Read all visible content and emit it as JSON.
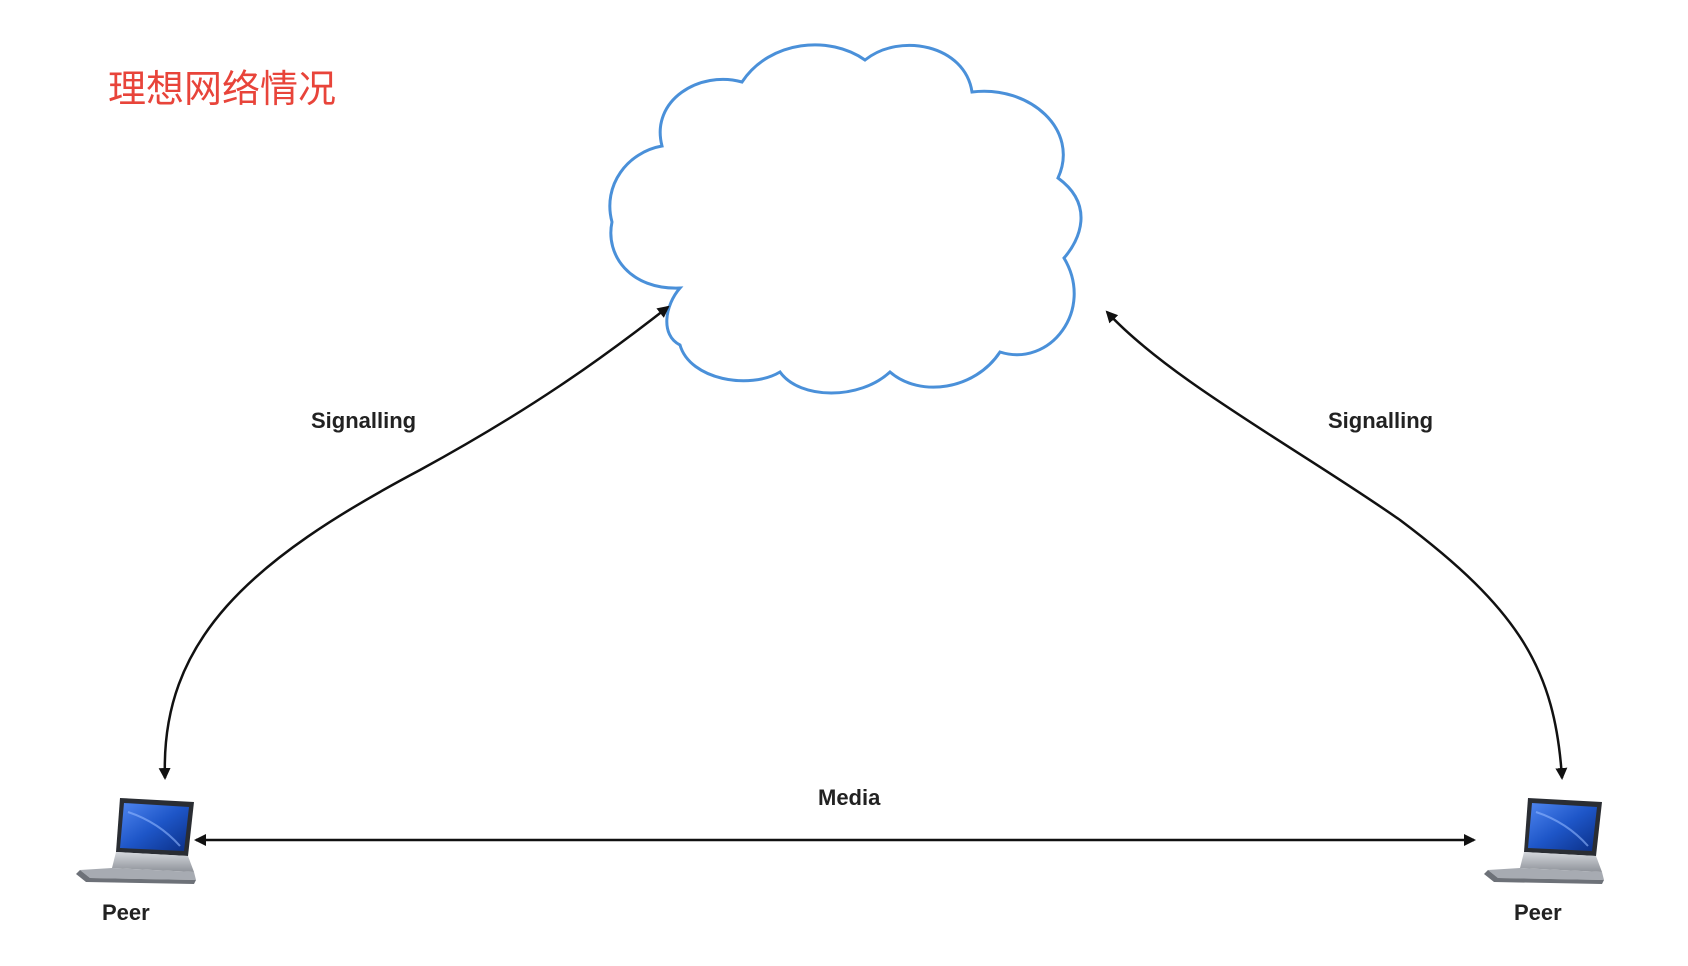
{
  "title": "理想网络情况",
  "labels": {
    "signalling_left": "Signalling",
    "signalling_right": "Signalling",
    "media": "Media",
    "peer_left": "Peer",
    "peer_right": "Peer"
  },
  "colors": {
    "title": "#e8443a",
    "cloud_stroke": "#4a90d9",
    "arrow": "#111111",
    "text": "#222222",
    "laptop_screen": "#1e56c8",
    "laptop_body": "#b9bcc2"
  },
  "icons": {
    "cloud": "cloud-icon",
    "peer": "laptop-icon"
  }
}
